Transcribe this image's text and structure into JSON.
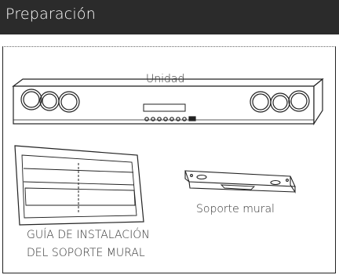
{
  "header": {
    "title": "Preparación"
  },
  "items": {
    "unit_label": "Unidad",
    "bracket_label": "Soporte mural",
    "guide_label_line1": "GUÍA DE INSTALACIÓN",
    "guide_label_line2": "DEL SOPORTE MURAL"
  },
  "colors": {
    "header_bg": "#2b2b2b",
    "header_text": "#ffffff",
    "line": "#222222",
    "label": "#333333"
  },
  "icons": [
    "soundbar-illustration",
    "installation-guide-illustration",
    "wall-bracket-illustration"
  ]
}
